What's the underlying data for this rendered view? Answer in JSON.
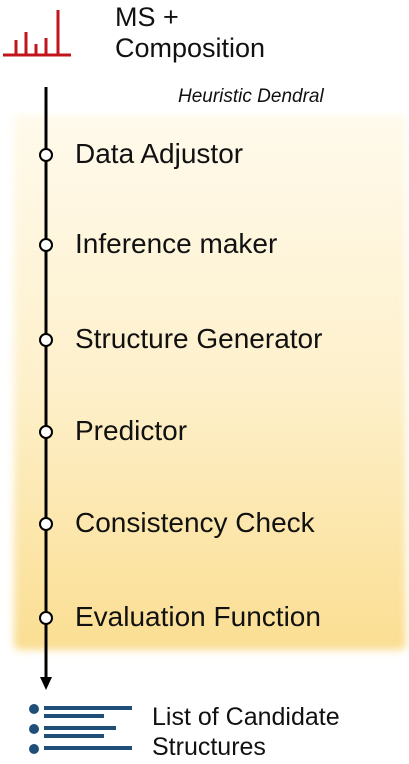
{
  "input": {
    "line1": "MS +",
    "line2": "Composition"
  },
  "system": {
    "label": "Heuristic Dendral"
  },
  "stages": [
    "Data Adjustor",
    "Inference maker",
    "Structure Generator",
    "Predictor",
    "Consistency Check",
    "Evaluation Function"
  ],
  "output": {
    "line1": "List of Candidate",
    "line2": "Structures"
  },
  "colors": {
    "spectrum": "#c0151b",
    "list": "#1f4e79",
    "flow_line": "#000000",
    "glow": "#f9d98a"
  },
  "icons": {
    "input": "mass-spectrum-icon",
    "output": "candidate-list-icon"
  }
}
